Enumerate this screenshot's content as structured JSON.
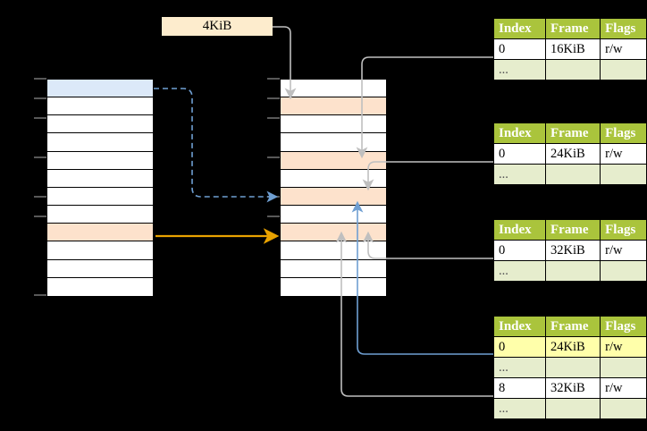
{
  "diagram": {
    "title_tag": {
      "label": "4KiB"
    },
    "columns": {
      "left": {
        "name": "virtual-address-space",
        "rows": [
          {
            "fill": "blue"
          },
          {
            "fill": "white"
          },
          {
            "fill": "white"
          },
          {
            "fill": "white"
          },
          {
            "fill": "white"
          },
          {
            "fill": "white"
          },
          {
            "fill": "white"
          },
          {
            "fill": "white"
          },
          {
            "fill": "peach"
          },
          {
            "fill": "white"
          },
          {
            "fill": "white"
          },
          {
            "fill": "white"
          }
        ]
      },
      "middle": {
        "name": "physical-memory",
        "rows": [
          {
            "fill": "white"
          },
          {
            "fill": "peach"
          },
          {
            "fill": "white"
          },
          {
            "fill": "white"
          },
          {
            "fill": "peach"
          },
          {
            "fill": "white"
          },
          {
            "fill": "peach"
          },
          {
            "fill": "white"
          },
          {
            "fill": "peach"
          },
          {
            "fill": "white"
          },
          {
            "fill": "white"
          },
          {
            "fill": "white"
          }
        ]
      }
    },
    "page_tables": [
      {
        "name": "page-table-1",
        "headers": [
          "Index",
          "Frame",
          "Flags"
        ],
        "rows": [
          {
            "cells": [
              "0",
              "16KiB",
              "r/w"
            ],
            "style": "value"
          },
          {
            "cells": [
              "...",
              "",
              ""
            ],
            "style": "ellipsis"
          }
        ]
      },
      {
        "name": "page-table-2",
        "headers": [
          "Index",
          "Frame",
          "Flags"
        ],
        "rows": [
          {
            "cells": [
              "0",
              "24KiB",
              "r/w"
            ],
            "style": "value"
          },
          {
            "cells": [
              "...",
              "",
              ""
            ],
            "style": "ellipsis"
          }
        ]
      },
      {
        "name": "page-table-3",
        "headers": [
          "Index",
          "Frame",
          "Flags"
        ],
        "rows": [
          {
            "cells": [
              "0",
              "32KiB",
              "r/w"
            ],
            "style": "value"
          },
          {
            "cells": [
              "...",
              "",
              ""
            ],
            "style": "ellipsis"
          }
        ]
      },
      {
        "name": "page-table-4",
        "headers": [
          "Index",
          "Frame",
          "Flags"
        ],
        "rows": [
          {
            "cells": [
              "0",
              "24KiB",
              "r/w"
            ],
            "style": "highlight"
          },
          {
            "cells": [
              "...",
              "",
              ""
            ],
            "style": "ellipsis"
          },
          {
            "cells": [
              "8",
              "32KiB",
              "r/w"
            ],
            "style": "value"
          },
          {
            "cells": [
              "...",
              "",
              ""
            ],
            "style": "ellipsis"
          }
        ]
      }
    ],
    "colors": {
      "header_green": "#aac43c",
      "row_green": "#e6edcd",
      "highlight_yellow": "#ffffaa",
      "peach": "#fde2cc",
      "blue_row": "#dce9f9",
      "arrow_blue": "#5b8fc9",
      "arrow_orange": "#e8a200",
      "arrow_gray": "#b3b3b3",
      "tag_cream": "#fdeccd",
      "background": "#000000"
    }
  }
}
